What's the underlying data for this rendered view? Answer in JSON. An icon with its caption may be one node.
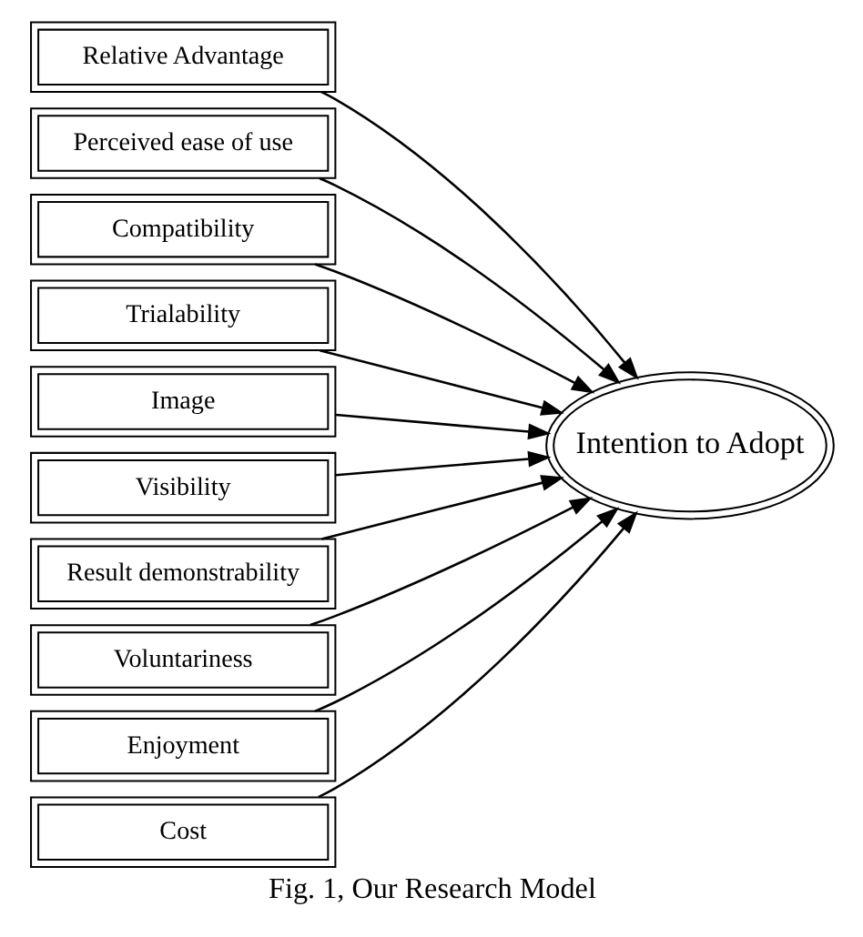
{
  "diagram": {
    "caption": "Fig. 1, Our Research Model",
    "nodes": [
      {
        "text": [
          "Relative Advantage"
        ]
      },
      {
        "text": [
          "Perceived ease of use"
        ]
      },
      {
        "text": [
          "Compatibility"
        ]
      },
      {
        "text": [
          "Trialability"
        ]
      },
      {
        "text": [
          "Image"
        ]
      },
      {
        "text": [
          "Visibility"
        ]
      },
      {
        "text": [
          "Result demonstrability"
        ]
      },
      {
        "text": [
          "Voluntariness"
        ]
      },
      {
        "text": [
          "Enjoyment"
        ]
      },
      {
        "text": [
          "Cost"
        ]
      },
      {
        "text": [
          "Intention to Adopt"
        ]
      }
    ],
    "edges": [
      {
        "from": 0,
        "to": 10,
        "arrow": "to"
      },
      {
        "from": 1,
        "to": 10,
        "arrow": "to"
      },
      {
        "from": 2,
        "to": 10,
        "arrow": "to"
      },
      {
        "from": 3,
        "to": 10,
        "arrow": "to"
      },
      {
        "from": 4,
        "to": 10,
        "arrow": "to"
      },
      {
        "from": 5,
        "to": 10,
        "arrow": "to"
      },
      {
        "from": 6,
        "to": 10,
        "arrow": "to"
      },
      {
        "from": 7,
        "to": 10,
        "arrow": "to"
      },
      {
        "from": 8,
        "to": 10,
        "arrow": "to"
      },
      {
        "from": 9,
        "to": 10,
        "arrow": "to"
      }
    ]
  }
}
